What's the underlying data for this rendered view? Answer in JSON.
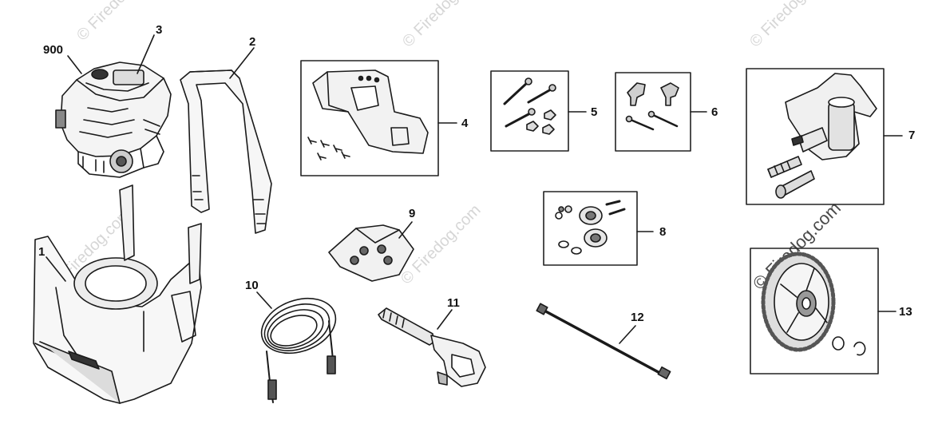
{
  "watermark_text": "Firedog.com",
  "copyright_symbol": "©",
  "callouts": {
    "p1": "1",
    "p2": "2",
    "p3": "3",
    "p4": "4",
    "p5": "5",
    "p6": "6",
    "p7": "7",
    "p8": "8",
    "p9": "9",
    "p10": "10",
    "p11": "11",
    "p12": "12",
    "p13": "13",
    "p900": "900"
  },
  "colors": {
    "line": "#1a1a1a",
    "box": "#222222",
    "watermark": "#d6d6d6"
  }
}
